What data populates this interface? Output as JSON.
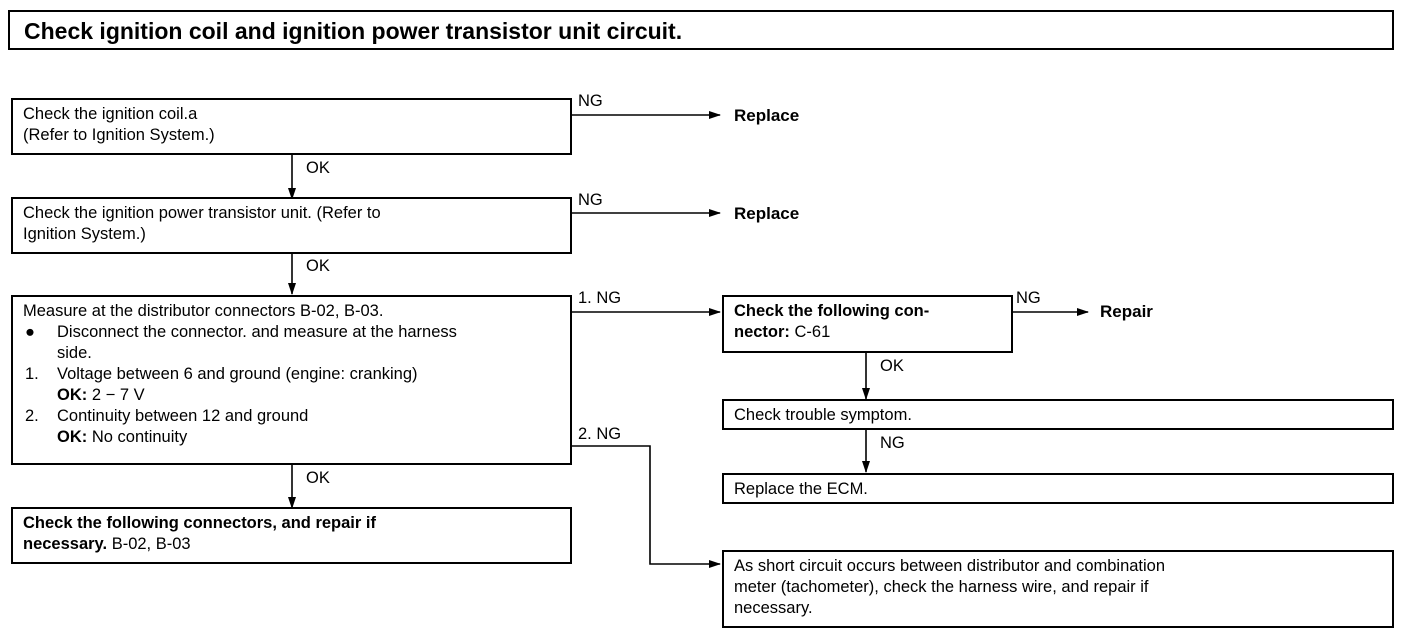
{
  "title": "Check ignition coil and ignition power transistor unit circuit.",
  "boxes": {
    "coil": {
      "line1": "Check the ignition coil.a",
      "line2": "(Refer to Ignition System.)"
    },
    "transistor": {
      "line1": "Check the ignition power transistor unit.  (Refer  to",
      "line2": "Ignition System.)"
    },
    "measure": {
      "line1": "Measure at the distributor connectors B-02, B-03.",
      "bullet_mark": "●",
      "bullet_line1": "Disconnect the connector. and measure at the harness",
      "bullet_line2": "side.",
      "item1_num": "1.",
      "item1_text": "Voltage between 6 and ground (engine: cranking)",
      "item1_ok_label": "OK:",
      "item1_ok_value": "2 − 7 V",
      "item2_num": "2.",
      "item2_text": "Continuity between 12 and ground",
      "item2_ok_label": "OK:",
      "item2_ok_value": "No continuity"
    },
    "connectors": {
      "line1": "Check the following connectors, and repair if",
      "line2_bold": "necessary.",
      "line2_rest": "B-02, B-03"
    },
    "c61": {
      "line1": "Check  the  following  con-",
      "line2_bold": "nector:",
      "line2_rest": "C-61"
    },
    "symptom": {
      "line1": "Check trouble symptom."
    },
    "ecm": {
      "line1": "Replace the ECM."
    },
    "short": {
      "line1": "As short circuit occurs between distributor and combination",
      "line2": "meter (tachometer), check the harness wire, and repair if",
      "line3": "necessary."
    }
  },
  "labels": {
    "ng1": "NG",
    "ng2": "NG",
    "ng_c61": "NG",
    "ng_symptom": "NG",
    "ok1": "OK",
    "ok2": "OK",
    "ok3": "OK",
    "ok_c61": "OK",
    "ng_measure1": "1. NG",
    "ng_measure2": "2. NG"
  },
  "actions": {
    "replace1": "Replace",
    "replace2": "Replace",
    "repair": "Repair"
  }
}
